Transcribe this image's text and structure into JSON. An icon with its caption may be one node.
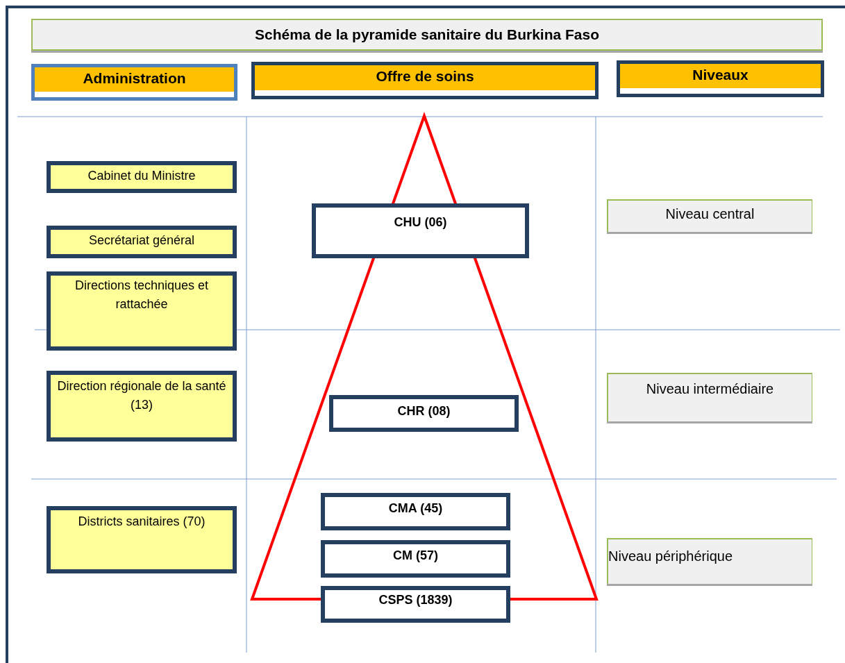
{
  "diagram": {
    "title": "Schéma de la pyramide sanitaire du Burkina Faso",
    "nodes": [
      {
        "text": [
          "Administration"
        ]
      },
      {
        "text": [
          "Offre de soins"
        ]
      },
      {
        "text": [
          "Niveaux"
        ]
      },
      {
        "text": [
          "Cabinet du Ministre"
        ]
      },
      {
        "text": [
          "Secrétariat général"
        ]
      },
      {
        "text": [
          "Directions techniques et rattachée"
        ]
      },
      {
        "text": [
          "Direction régionale de la santé (13)"
        ]
      },
      {
        "text": [
          "Districts sanitaires (70)"
        ]
      },
      {
        "text": [
          "CHU (06)"
        ]
      },
      {
        "text": [
          "CHR (08)"
        ]
      },
      {
        "text": [
          "CMA (45)"
        ]
      },
      {
        "text": [
          "CM (57)"
        ]
      },
      {
        "text": [
          "CSPS (1839)"
        ]
      },
      {
        "text": [
          "Niveau central"
        ]
      },
      {
        "text": [
          "Niveau intermédiaire"
        ]
      },
      {
        "text": [
          "Niveau périphérique"
        ]
      }
    ]
  }
}
